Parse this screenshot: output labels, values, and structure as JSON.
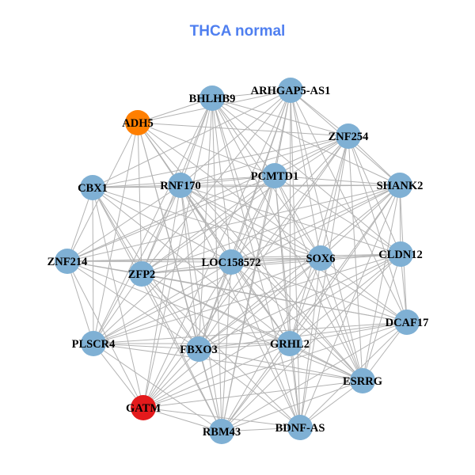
{
  "title": "THCA normal",
  "colors": {
    "title": "#4f7ff0",
    "default_node": "#7fb0d4",
    "edge": "#b3b3b3",
    "highlight_orange": "#ff7f00",
    "highlight_red": "#e41a1c"
  },
  "nodes": [
    {
      "label": "ADH5",
      "color": "#ff7f00"
    },
    {
      "label": "BHLHB9",
      "color": "#7fb0d4"
    },
    {
      "label": "ARHGAP5-AS1",
      "color": "#7fb0d4"
    },
    {
      "label": "ZNF254",
      "color": "#7fb0d4"
    },
    {
      "label": "CBX1",
      "color": "#7fb0d4"
    },
    {
      "label": "RNF170",
      "color": "#7fb0d4"
    },
    {
      "label": "PCMTD1",
      "color": "#7fb0d4"
    },
    {
      "label": "SHANK2",
      "color": "#7fb0d4"
    },
    {
      "label": "ZNF214",
      "color": "#7fb0d4"
    },
    {
      "label": "ZFP2",
      "color": "#7fb0d4"
    },
    {
      "label": "LOC158572",
      "color": "#7fb0d4"
    },
    {
      "label": "SOX6",
      "color": "#7fb0d4"
    },
    {
      "label": "CLDN12",
      "color": "#7fb0d4"
    },
    {
      "label": "DCAF17",
      "color": "#7fb0d4"
    },
    {
      "label": "PLSCR4",
      "color": "#7fb0d4"
    },
    {
      "label": "FBXO3",
      "color": "#7fb0d4"
    },
    {
      "label": "GRHL2",
      "color": "#7fb0d4"
    },
    {
      "label": "ESRRG",
      "color": "#7fb0d4"
    },
    {
      "label": "GATM",
      "color": "#e41a1c"
    },
    {
      "label": "RBM43",
      "color": "#7fb0d4"
    },
    {
      "label": "BDNF-AS",
      "color": "#7fb0d4"
    }
  ],
  "adjacency": [
    [
      1,
      2,
      3,
      5,
      6,
      8,
      9,
      10,
      11,
      14,
      15,
      16,
      17,
      19
    ],
    [
      2,
      3,
      5,
      6,
      7,
      9,
      10,
      11,
      12,
      14,
      15,
      16,
      17,
      18,
      19,
      20
    ],
    [
      3,
      4,
      5,
      6,
      7,
      9,
      10,
      11,
      13,
      15,
      16,
      17,
      18,
      19,
      20
    ],
    [
      4,
      5,
      6,
      7,
      8,
      9,
      10,
      11,
      12,
      13,
      15,
      16,
      17,
      18,
      20
    ],
    [
      5,
      6,
      7,
      8,
      9,
      10,
      11,
      14,
      15,
      16,
      18,
      19
    ],
    [
      6,
      7,
      8,
      9,
      10,
      11,
      12,
      13,
      14,
      15,
      16,
      17,
      18,
      19,
      20
    ],
    [
      7,
      8,
      9,
      10,
      11,
      12,
      14,
      15,
      16,
      17,
      19,
      20
    ],
    [
      8,
      9,
      10,
      11,
      12,
      13,
      14,
      15,
      16,
      17,
      19,
      20
    ],
    [
      9,
      10,
      11,
      12,
      13,
      14,
      15,
      17,
      18
    ],
    [
      10,
      11,
      12,
      13,
      14,
      15,
      16,
      17,
      19,
      20
    ],
    [
      11,
      12,
      13,
      14,
      15,
      16,
      17,
      18,
      19,
      20
    ],
    [
      12,
      13,
      14,
      15,
      16,
      17,
      18,
      19,
      20
    ],
    [
      13,
      14,
      15,
      16,
      17,
      18,
      19
    ],
    [
      14,
      15,
      16,
      17,
      18,
      19,
      20
    ],
    [
      15,
      16,
      17,
      18,
      19
    ],
    [
      16,
      17,
      18,
      19,
      20
    ],
    [
      17,
      18,
      19,
      20
    ],
    [
      18,
      19,
      20
    ],
    [
      19,
      20
    ],
    [
      20
    ],
    []
  ]
}
